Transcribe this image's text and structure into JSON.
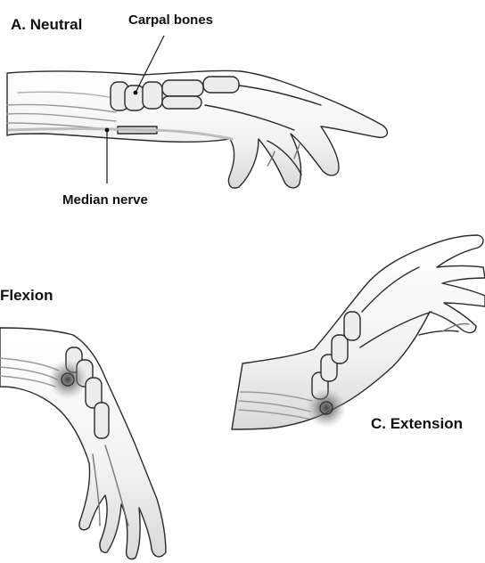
{
  "panels": {
    "neutral": {
      "title": "A. Neutral"
    },
    "flexion": {
      "title": "Flexion"
    },
    "extension": {
      "title": "C. Extension"
    }
  },
  "labels": {
    "carpal_bones": "Carpal bones",
    "median_nerve": "Median nerve"
  },
  "colors": {
    "line": "#2a2a2a",
    "bone_fill": "#ececec",
    "shadow": "#9a9a9a",
    "nerve": "#bdbdbd",
    "compression": "#6a6a6a"
  }
}
